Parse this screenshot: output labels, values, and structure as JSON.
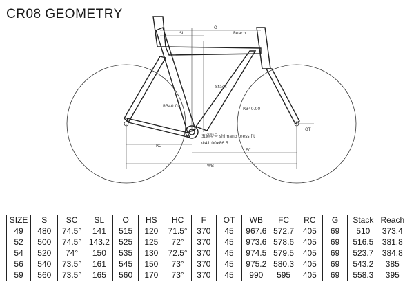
{
  "title": "CR08 GEOMETRY",
  "diagram_labels": {
    "sl": "SL",
    "o": "O",
    "reach": "Reach",
    "stack": "Stack",
    "r340_left": "R340.00",
    "r340_right": "R340.00",
    "bb_note": "五通型号 shimano press fit",
    "bb_size": "Φ41.00x86.5",
    "rc": "RC",
    "fc": "FC",
    "wb": "WB",
    "ot": "OT"
  },
  "table": {
    "headers": [
      "SIZE",
      "S",
      "SC",
      "SL",
      "O",
      "HS",
      "HC",
      "F",
      "OT",
      "WB",
      "FC",
      "RC",
      "G",
      "Stack",
      "Reach"
    ],
    "rows": [
      [
        "49",
        "480",
        "74.5°",
        "141",
        "515",
        "120",
        "71.5°",
        "370",
        "45",
        "967.6",
        "572.7",
        "405",
        "69",
        "510",
        "373.4"
      ],
      [
        "52",
        "500",
        "74.5°",
        "143.2",
        "525",
        "125",
        "72°",
        "370",
        "45",
        "973.6",
        "578.6",
        "405",
        "69",
        "516.5",
        "381.8"
      ],
      [
        "54",
        "520",
        "74°",
        "150",
        "535",
        "130",
        "72.5°",
        "370",
        "45",
        "974.5",
        "579.5",
        "405",
        "69",
        "523.7",
        "384.8"
      ],
      [
        "56",
        "540",
        "73.5°",
        "161",
        "545",
        "150",
        "73°",
        "370",
        "45",
        "975.2",
        "580.3",
        "405",
        "69",
        "543.2",
        "385"
      ],
      [
        "59",
        "560",
        "73.5°",
        "165",
        "560",
        "170",
        "73°",
        "370",
        "45",
        "990",
        "595",
        "405",
        "69",
        "558.3",
        "395"
      ]
    ]
  }
}
